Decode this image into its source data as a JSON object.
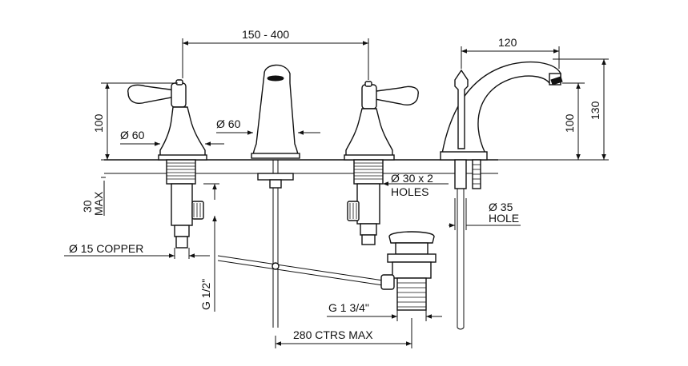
{
  "dimensions": {
    "handle_spacing": "150 - 400",
    "spout_reach": "120",
    "height_100_left": "100",
    "height_100_right": "100",
    "height_130": "130",
    "dia_60_handle": "Ø 60",
    "dia_60_spout": "Ø 60",
    "max_30_value": "30",
    "max_30_label": "MAX",
    "holes_line1": "Ø 30 x 2",
    "holes_line2": "HOLES",
    "hole35_line1": "Ø 35",
    "hole35_line2": "HOLE",
    "copper": "Ø 15  COPPER",
    "g_half": "G 1/2\"",
    "g_three_quarter": "G 1  3/4\"",
    "ctrs_max": "280  CTRS MAX"
  },
  "colors": {
    "line": "#111111",
    "background": "#ffffff"
  }
}
